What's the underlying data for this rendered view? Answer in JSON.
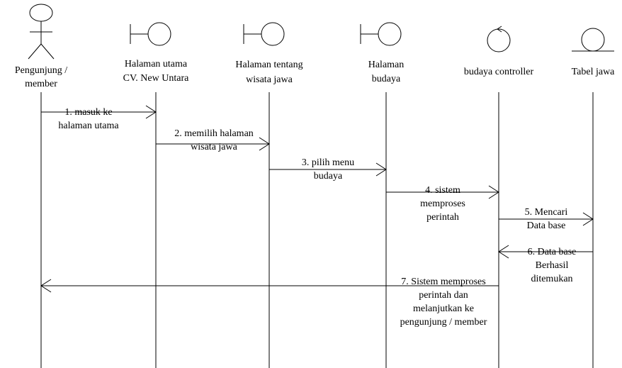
{
  "colors": {
    "line": "#000000",
    "background": "#ffffff"
  },
  "lifelines": [
    {
      "id": "actor",
      "kind": "actor",
      "label": [
        "Pengunjung /",
        "member"
      ]
    },
    {
      "id": "utama",
      "kind": "boundary",
      "label": [
        "Halaman utama",
        "CV. New Untara"
      ]
    },
    {
      "id": "tentang",
      "kind": "boundary",
      "label": [
        "Halaman tentang",
        "wisata jawa"
      ]
    },
    {
      "id": "budaya",
      "kind": "boundary",
      "label": [
        "Halaman",
        "budaya"
      ]
    },
    {
      "id": "controller",
      "kind": "control",
      "label": [
        "budaya controller"
      ]
    },
    {
      "id": "tabel",
      "kind": "entity",
      "label": [
        "Tabel jawa"
      ]
    }
  ],
  "messages": [
    {
      "from": "actor",
      "to": "utama",
      "label": [
        "1. masuk ke",
        "halaman utama"
      ]
    },
    {
      "from": "utama",
      "to": "tentang",
      "label": [
        "2. memilih halaman",
        "wisata jawa"
      ]
    },
    {
      "from": "tentang",
      "to": "budaya",
      "label": [
        "3. pilih menu",
        "budaya"
      ]
    },
    {
      "from": "budaya",
      "to": "controller",
      "label": [
        "4. sistem",
        "memproses",
        "perintah"
      ]
    },
    {
      "from": "controller",
      "to": "tabel",
      "label": [
        "5. Mencari",
        "Data base"
      ]
    },
    {
      "from": "tabel",
      "to": "controller",
      "label": [
        "6. Data base",
        "Berhasil",
        "ditemukan"
      ]
    },
    {
      "from": "controller",
      "to": "actor",
      "label": [
        "7. Sistem memproses",
        "perintah dan",
        "melanjutkan  ke",
        "pengunjung / member"
      ]
    }
  ]
}
